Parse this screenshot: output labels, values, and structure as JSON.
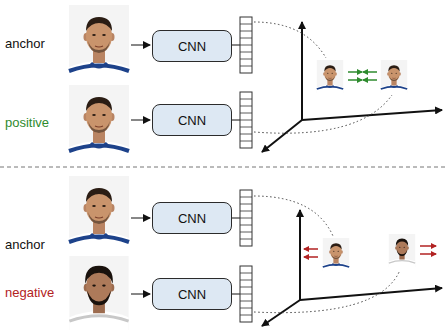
{
  "diagram": {
    "nodes": [
      {
        "text": [
          "CNN"
        ]
      },
      {
        "text": [
          "CNN"
        ]
      },
      {
        "text": [
          "CNN"
        ]
      },
      {
        "text": [
          "CNN"
        ]
      }
    ],
    "labels": [
      "anchor",
      "positive",
      "anchor",
      "negative"
    ]
  }
}
